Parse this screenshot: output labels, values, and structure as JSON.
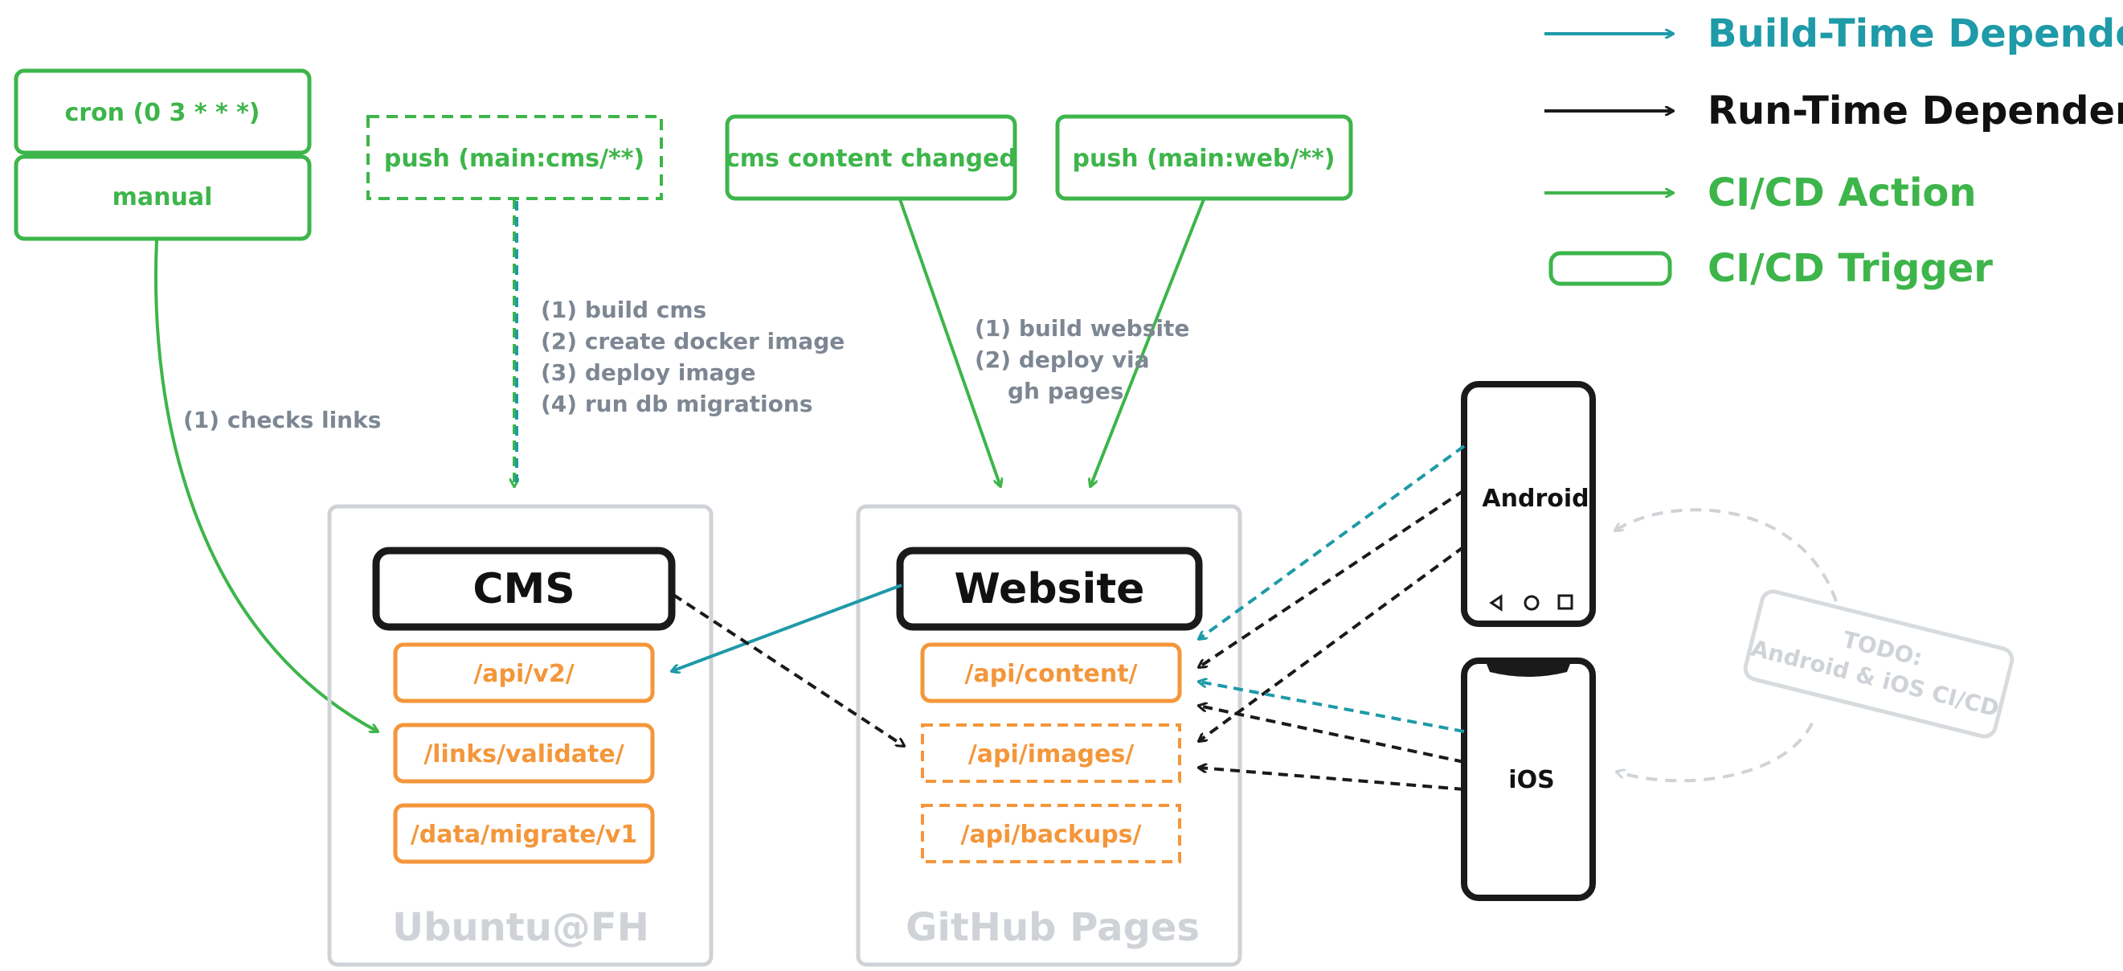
{
  "legend": {
    "build_time": "Build-Time Dependency",
    "run_time": "Run-Time Dependency",
    "cicd_action": "CI/CD Action",
    "cicd_trigger": "CI/CD Trigger"
  },
  "triggers": {
    "cron": "cron (0 3 * * *)",
    "manual": "manual",
    "push_cms": "push (main:cms/**)",
    "cms_content_changed": "cms content changed",
    "push_web": "push (main:web/**)"
  },
  "actions": {
    "checks_links": "(1) checks links",
    "cms_steps": [
      "(1) build cms",
      "(2) create docker image",
      "(3) deploy image",
      "(4) run db migrations"
    ],
    "web_steps": [
      "(1) build website",
      "(2) deploy via",
      "gh pages"
    ]
  },
  "hosts": {
    "ubuntu": {
      "label": "Ubuntu@FH",
      "service": "CMS",
      "endpoints": [
        "/api/v2/",
        "/links/validate/",
        "/data/migrate/v1"
      ]
    },
    "github": {
      "label": "GitHub Pages",
      "service": "Website",
      "endpoints": [
        "/api/content/",
        "/api/images/",
        "/api/backups/"
      ]
    }
  },
  "clients": {
    "android": "Android",
    "ios": "iOS"
  },
  "todo": {
    "line1": "TODO:",
    "line2": "Android & iOS CI/CD"
  },
  "colors": {
    "green": "#3db54a",
    "teal": "#1e9aa8",
    "black": "#1a1a1a",
    "orange": "#f4963a",
    "gray_text": "#7d8793",
    "light_gray": "#cfd3d7"
  }
}
